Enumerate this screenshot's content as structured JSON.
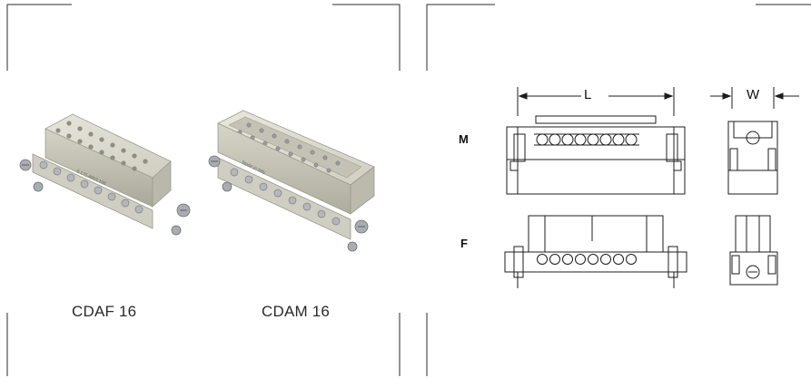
{
  "products": [
    {
      "label": "CDAF 16"
    },
    {
      "label": "CDAM 16"
    }
  ],
  "connector_print": {
    "female": "6.175.4003.108",
    "male": "Made in Italy"
  },
  "drawing": {
    "row_labels": {
      "male": "M",
      "female": "F"
    },
    "dimension_labels": {
      "length": "L",
      "width": "W"
    },
    "contacts_per_row": 8
  },
  "colors": {
    "frame_line": "#2b2b2b",
    "drawing_line": "#1c1c1c",
    "housing": "#d9d8cb",
    "housing_shadow": "#b7b6a8",
    "metal": "#a9acb0"
  }
}
